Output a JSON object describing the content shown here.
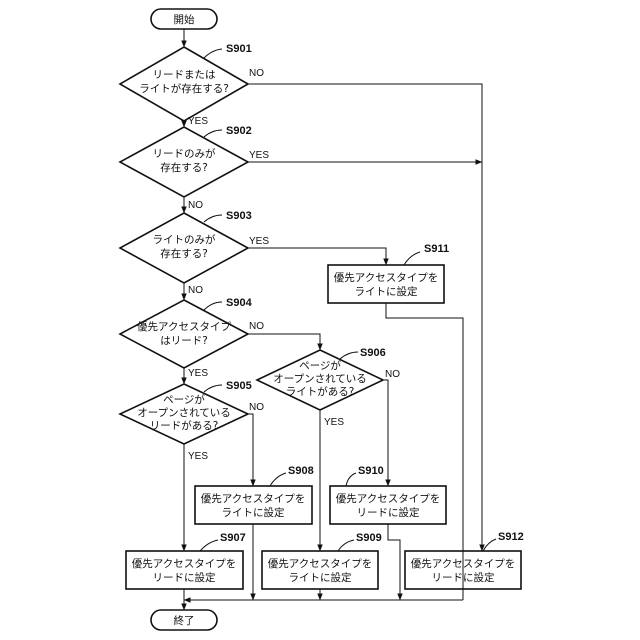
{
  "start": {
    "label": "開始"
  },
  "end": {
    "label": "終了"
  },
  "decisions": {
    "S901": {
      "id": "S901",
      "lines": [
        "リードまたは",
        "ライトが存在する?"
      ]
    },
    "S902": {
      "id": "S902",
      "lines": [
        "リードのみが",
        "存在する?"
      ]
    },
    "S903": {
      "id": "S903",
      "lines": [
        "ライトのみが",
        "存在する?"
      ]
    },
    "S904": {
      "id": "S904",
      "lines": [
        "優先アクセスタイプ",
        "はリード?"
      ]
    },
    "S905": {
      "id": "S905",
      "lines": [
        "ページが",
        "オープンされている",
        "リードがある?"
      ]
    },
    "S906": {
      "id": "S906",
      "lines": [
        "ページが",
        "オープンされている",
        "ライトがある?"
      ]
    }
  },
  "processes": {
    "S907": {
      "id": "S907",
      "lines": [
        "優先アクセスタイプを",
        "リードに設定"
      ]
    },
    "S908": {
      "id": "S908",
      "lines": [
        "優先アクセスタイプを",
        "ライトに設定"
      ]
    },
    "S909": {
      "id": "S909",
      "lines": [
        "優先アクセスタイプを",
        "ライトに設定"
      ]
    },
    "S910": {
      "id": "S910",
      "lines": [
        "優先アクセスタイプを",
        "リードに設定"
      ]
    },
    "S911": {
      "id": "S911",
      "lines": [
        "優先アクセスタイプを",
        "ライトに設定"
      ]
    },
    "S912": {
      "id": "S912",
      "lines": [
        "優先アクセスタイプを",
        "リードに設定"
      ]
    }
  },
  "branch": {
    "yes": "YES",
    "no": "NO"
  }
}
